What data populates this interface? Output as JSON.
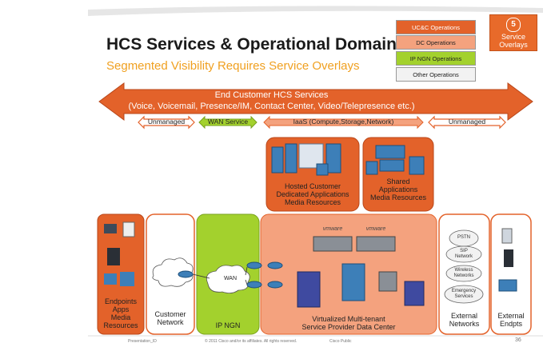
{
  "title": "HCS Services & Operational Domains",
  "subtitle": "Segmented Visibility Requires Service Overlays",
  "legend": [
    {
      "label": "UC&C Operations",
      "color": "#e3622a",
      "text_color": "#ffffff"
    },
    {
      "label": "DC Operations",
      "color": "#f4a27e",
      "text_color": "#222222"
    },
    {
      "label": "IP NGN Operations",
      "color": "#a3d12d",
      "text_color": "#222222"
    },
    {
      "label": "Other Operations",
      "color": "#f2f2f2",
      "text_color": "#222222"
    }
  ],
  "overlay_badge": {
    "number": "5",
    "label_line1": "Service",
    "label_line2": "Overlays"
  },
  "banner": {
    "line1": "End Customer HCS Services",
    "line2": "(Voice, Voicemail, Presence/IM, Contact Center, Video/Telepresence etc.)"
  },
  "segments": {
    "unmanaged_left": "Unmanaged",
    "wan_service": "WAN Service",
    "iaas": "IaaS (Compute,Storage,Network)",
    "unmanaged_right": "Unmanaged"
  },
  "dc_apps": {
    "hosted": [
      "Hosted Customer",
      "Dedicated Applications",
      "Media Resources"
    ],
    "shared": [
      "Shared",
      "Applications",
      "Media Resources"
    ]
  },
  "columns": {
    "endpoints": [
      "Endpoints",
      "Apps",
      "Media",
      "Resources"
    ],
    "customer_network": [
      "Customer",
      "Network"
    ],
    "ip_ngn": "IP NGN",
    "wan": "WAN",
    "datacenter": [
      "Virtualized Multi-tenant",
      "Service Provider Data Center"
    ],
    "vmware_1": "vmware",
    "vmware_2": "vmware",
    "external_networks": [
      "External",
      "Networks"
    ],
    "external_endpts": [
      "External",
      "Endpts"
    ]
  },
  "clouds": {
    "pstn": "PSTN",
    "sip": [
      "SIP",
      "Network"
    ],
    "wireless": [
      "Wireless",
      "Networks"
    ],
    "emergency": [
      "Emergency",
      "Services"
    ]
  },
  "footer": {
    "presentation_id": "Presentation_ID",
    "copyright": "© 2011 Cisco and/or its affiliates. All rights reserved.",
    "classification": "Cisco Public",
    "page_number": "36"
  }
}
